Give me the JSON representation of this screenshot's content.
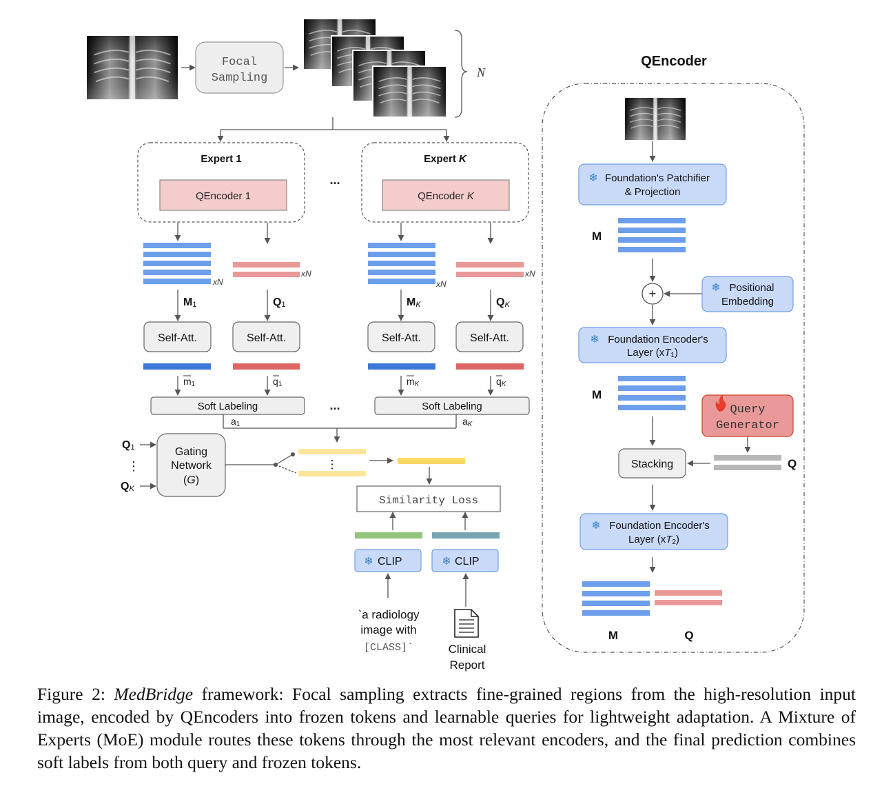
{
  "focal_sampling": "Focal\nSampling",
  "n_label": "N",
  "experts": [
    {
      "title_prefix": "Expert ",
      "title_idx": "1",
      "encoder_prefix": "QEncoder ",
      "encoder_idx": "1",
      "m_sub": "1",
      "q_sub": "1",
      "a_sub": "1"
    },
    {
      "title_prefix": "Expert ",
      "title_idx": "K",
      "encoder_prefix": "QEncoder ",
      "encoder_idx": "K",
      "m_sub": "K",
      "q_sub": "K",
      "a_sub": "K"
    }
  ],
  "ellipsis": "...",
  "xN": "xN",
  "self_att": "Self-Att.",
  "soft_labeling": "Soft Labeling",
  "a_letter": "a",
  "M": "M",
  "Q": "Q",
  "gating": {
    "line1": "Gating",
    "line2": "Network",
    "line3": "(G)"
  },
  "vdots": "⋮",
  "similarity_loss": "Similarity Loss",
  "clip": "CLIP",
  "text_prompt": {
    "line1": "`a radiology",
    "line2": "image with",
    "line3": "[CLASS]`"
  },
  "clinical_report": {
    "line1": "Clinical",
    "line2": "Report"
  },
  "qencoder": {
    "title": "QEncoder",
    "patchifier": {
      "line1": "Foundation's Patchifier",
      "line2": "& Projection"
    },
    "positional": {
      "line1": "Positional",
      "line2": "Embedding"
    },
    "encoder_layer1": {
      "line1": "Foundation Encoder's",
      "line2_prefix": "Layer (x",
      "line2_T": "T",
      "line2_sub": "1",
      "line2_suffix": ")"
    },
    "query_generator": {
      "line1": "Query",
      "line2": "Generator"
    },
    "stacking": "Stacking",
    "encoder_layer2": {
      "line1": "Foundation Encoder's",
      "line2_prefix": "Layer (x",
      "line2_T": "T",
      "line2_sub": "2",
      "line2_suffix": ")"
    }
  },
  "caption": {
    "label": "Figure 2:",
    "name": "MedBridge",
    "text": " framework: Focal sampling extracts fine-grained regions from the high-resolution input image, encoded by QEncoders into frozen tokens and learnable queries for lightweight adaptation.  A Mixture of Experts (MoE) module routes these tokens through the most relevant encoders, and the final prediction combines soft labels from both query and frozen tokens."
  },
  "colors": {
    "token_blue": "#6d9eeb",
    "token_blue_dark": "#3c78d8",
    "token_pink": "#ea9999",
    "token_pink_dark": "#e06666",
    "token_yellow": "#ffe599",
    "token_yellow_dark": "#f1c232",
    "token_gray": "#b7b7b7",
    "clip_green": "#93c47d",
    "report_teal": "#76a5af",
    "box_blue_fill": "#c9daf8",
    "box_blue_stroke": "#6d9eeb",
    "box_pink_fill": "#f4cccc",
    "query_gen_fill": "#ea9999",
    "snowflake": "#3d85c6",
    "fire": "#e83c2c"
  },
  "icons": [
    "xray-image",
    "snowflake-icon",
    "fire-icon",
    "document-icon",
    "plus-circle-icon",
    "switch-icon"
  ]
}
